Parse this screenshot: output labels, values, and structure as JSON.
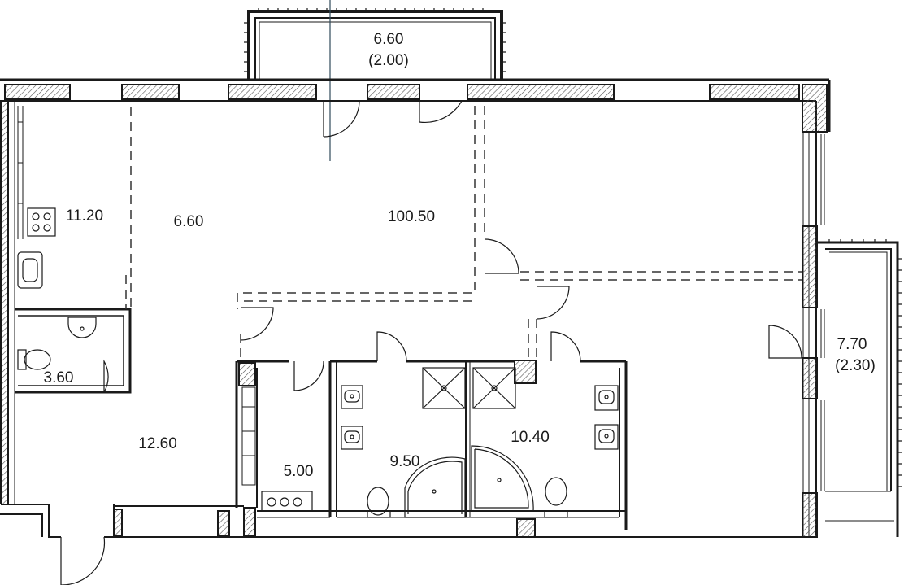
{
  "rooms": [
    {
      "id": "balcony-top",
      "area": "6.60",
      "sub": "(2.00)"
    },
    {
      "id": "kitchen",
      "area": "11.20"
    },
    {
      "id": "dining",
      "area": "6.60"
    },
    {
      "id": "living",
      "area": "100.50"
    },
    {
      "id": "wc",
      "area": "3.60"
    },
    {
      "id": "hall",
      "area": "12.60"
    },
    {
      "id": "storage",
      "area": "5.00"
    },
    {
      "id": "bath-1",
      "area": "9.50"
    },
    {
      "id": "bath-2",
      "area": "10.40"
    },
    {
      "id": "balcony-right",
      "area": "7.70",
      "sub": "(2.30)"
    }
  ],
  "colors": {
    "wall": "#1a1a1a",
    "hatch": "#555555",
    "background": "#ffffff"
  }
}
